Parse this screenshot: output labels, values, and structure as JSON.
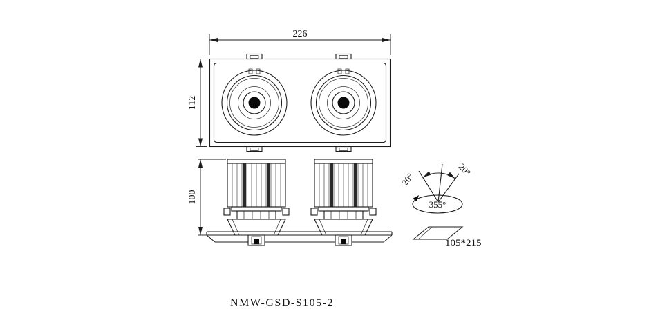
{
  "drawing": {
    "model": "NMW-GSD-S105-2",
    "top_view": {
      "width_label": "226",
      "height_label": "112"
    },
    "front_view": {
      "height_label": "100"
    },
    "tilt_diagram": {
      "left_angle_label": "20°",
      "right_angle_label": "20°",
      "rotation_label": "355°"
    },
    "cutout": {
      "size_label": "105*215"
    }
  }
}
